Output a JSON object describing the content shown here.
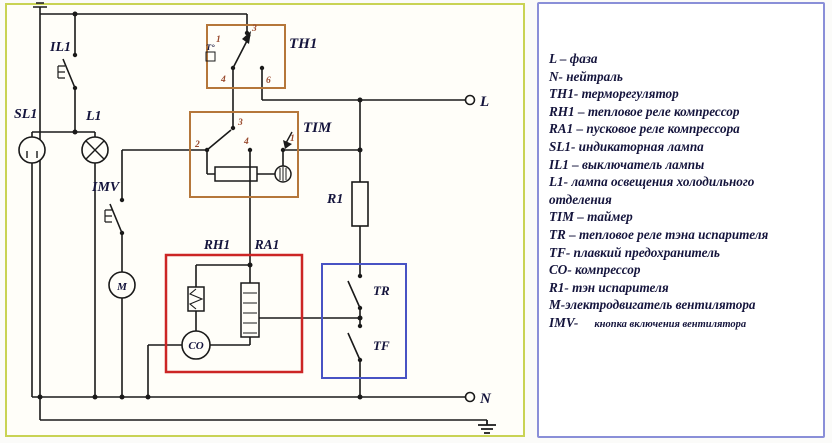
{
  "title": "Refrigerator wiring schematic with legend",
  "diagram": {
    "components": {
      "il1": "IL1",
      "sl1": "SL1",
      "l1": "L1",
      "imv": "IMV",
      "th1": "TH1",
      "tim": "TIM",
      "r1": "R1",
      "rh1": "RH1",
      "ra1": "RA1",
      "tr": "TR",
      "tf": "TF",
      "co": "CO",
      "fan_motor": "M",
      "thermostat_mark": "Т°",
      "phase_terminal": "L",
      "neutral_terminal": "N"
    },
    "contacts": {
      "th1": [
        "1",
        "3",
        "4",
        "6"
      ],
      "tim": [
        "3",
        "2",
        "4",
        "1"
      ]
    },
    "colors": {
      "frame": "#c9d355",
      "wire": "#1a1a1a",
      "thermostat_timer_box": "#b5773b",
      "relay_box": "#cc2525",
      "tr_tf_box": "#4853c4",
      "label_text": "#14143c",
      "contact_numbers": "#9a4b2f"
    }
  },
  "legend": {
    "border_color": "#8a8fd8",
    "text_color": "#14143c",
    "items": [
      "L – фаза",
      "N- нейтраль",
      "TH1- терморегулятор",
      "RH1 – тепловое реле компрессор",
      "RA1 – пусковое реле компрессора",
      "SL1- индикаторная лампа",
      "IL1 – выключатель лампы",
      "L1- лампа освещения холодильного отделения",
      "TIM – таймер",
      "TR – тепловое реле тэна испарителя",
      "TF- плавкий предохранитель",
      "CO- компрессор",
      "R1- тэн испарителя",
      "М-электродвигатель вентилятора"
    ],
    "imv_item": {
      "label": "IMV-",
      "text": "кнопка включения вентилятора"
    }
  }
}
